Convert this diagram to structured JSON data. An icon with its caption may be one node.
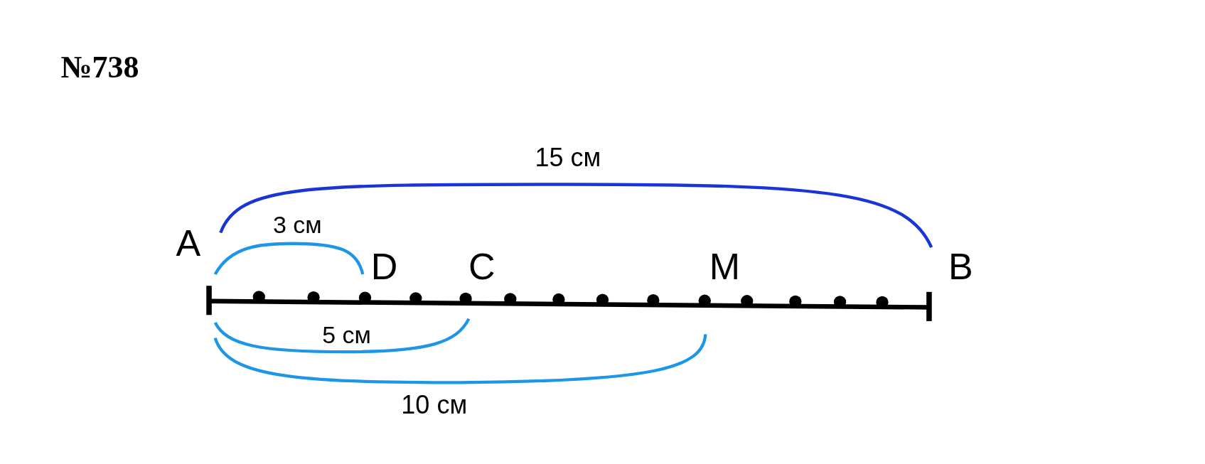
{
  "diagram": {
    "title": "№738",
    "labels": [
      "15 см",
      "A",
      "3 см",
      "D",
      "C",
      "M",
      "B",
      "5 см",
      "10 см"
    ]
  }
}
